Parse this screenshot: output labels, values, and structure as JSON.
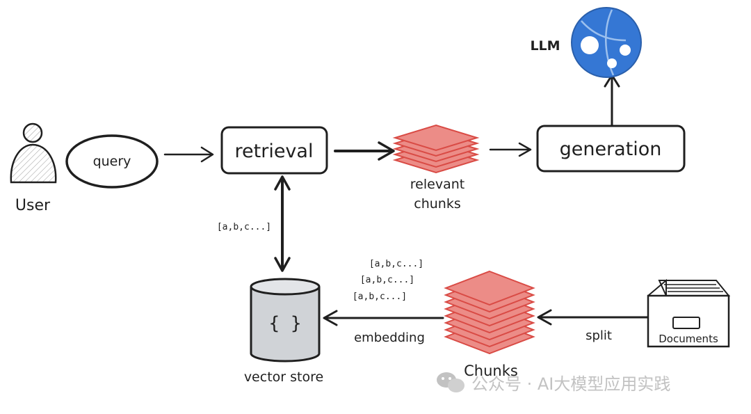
{
  "diagram": {
    "nodes": {
      "user": "User",
      "query": "query",
      "retrieval": "retrieval",
      "relevant_chunks_line1": "relevant",
      "relevant_chunks_line2": "chunks",
      "generation": "generation",
      "llm": "LLM",
      "vector_store": "vector store",
      "vector_store_symbol": "{ }",
      "chunks": "Chunks",
      "documents": "Documents"
    },
    "edges": {
      "retrieval_vector": "[a,b,c...]",
      "embedding": "embedding",
      "split": "split",
      "vectors": [
        "[a,b,c...]",
        "[a,b,c...]",
        "[a,b,c...]"
      ]
    },
    "colors": {
      "ink": "#1f1f1f",
      "chunk_fill": "#ec8c87",
      "chunk_stroke": "#d94b45",
      "llm_blue": "#3577d4",
      "cylinder": "#d0d3d7"
    }
  },
  "watermark": {
    "text": "公众号 · AI大模型应用实践"
  }
}
